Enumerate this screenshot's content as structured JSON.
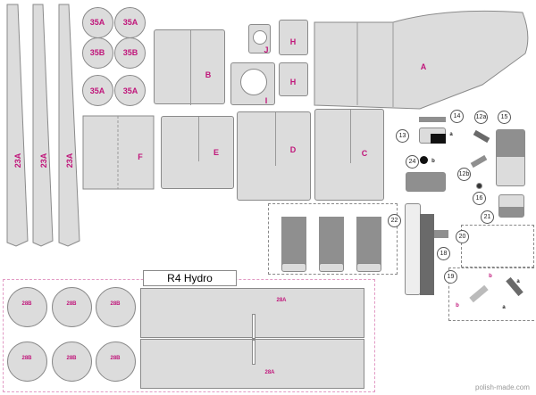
{
  "title": "R4 Hydro",
  "watermark": "polish-made.com",
  "parts": {
    "strip": "23A",
    "disc_a": "35A",
    "disc_b": "35B",
    "A": "A",
    "B": "B",
    "C": "C",
    "D": "D",
    "E": "E",
    "F": "F",
    "H": "H",
    "I": "I",
    "J": "J",
    "big_panel": "28A",
    "round": "28B"
  },
  "numbers": {
    "n12a": "12a",
    "n12b": "12b",
    "n13": "13",
    "n14": "14",
    "n15": "15",
    "n16": "16",
    "n18": "18",
    "n19": "19",
    "n20": "20",
    "n21": "21",
    "n22": "22",
    "n24": "24"
  },
  "sub": {
    "a": "a",
    "b": "b"
  },
  "colors": {
    "part": "#dcdcdc",
    "outline": "#8a8a8a",
    "label": "#c0157a",
    "dark": "#6a6a6a"
  }
}
